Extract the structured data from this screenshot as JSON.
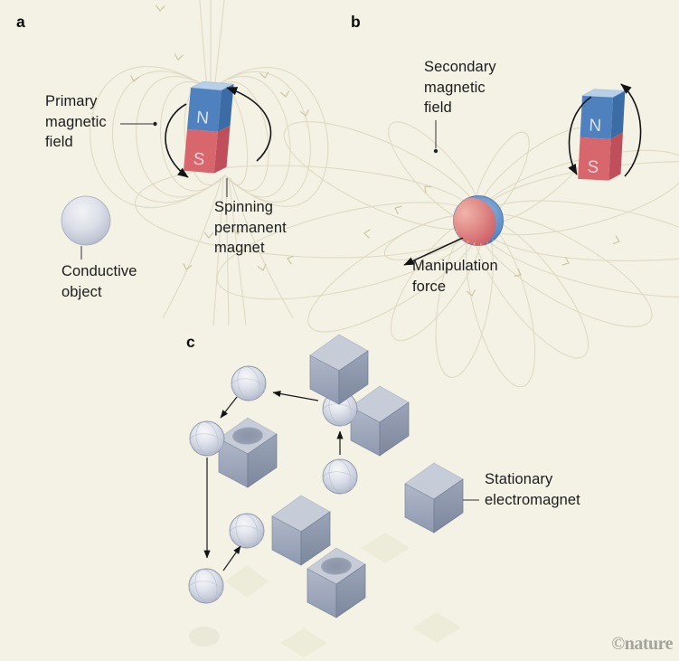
{
  "figure": {
    "watermark": "©nature"
  },
  "panels": {
    "a": {
      "label": "a",
      "captions": {
        "primary_field": "Primary\nmagnetic\nfield",
        "spinning_magnet": "Spinning\npermanent\nmagnet",
        "conductive_object": "Conductive\nobject"
      },
      "magnet": {
        "north_label": "N",
        "south_label": "S"
      }
    },
    "b": {
      "label": "b",
      "captions": {
        "secondary_field": "Secondary\nmagnetic\nfield",
        "manipulation_force": "Manipulation\nforce"
      },
      "magnet": {
        "north_label": "N",
        "south_label": "S"
      }
    },
    "c": {
      "label": "c",
      "captions": {
        "stationary_electromagnet": "Stationary\nelectromagnet"
      }
    }
  },
  "colors": {
    "background": "#f4f2e5",
    "field_line": "#dfdac5",
    "field_arrow": "#ccc6a9",
    "magnet_blue": "#4f81bf",
    "magnet_blue_side": "#3c6ca6",
    "magnet_blue_top": "#b7cfe8",
    "magnet_red": "#d8666d",
    "magnet_red_side": "#bf4f5b",
    "cube_top": "#c6cdd9",
    "cube_left": "#a0aabd",
    "cube_right": "#8d97ac",
    "sphere_silver": "#d9dee8",
    "text": "#1c1c1c",
    "watermark_gray": "#a5a59c"
  }
}
